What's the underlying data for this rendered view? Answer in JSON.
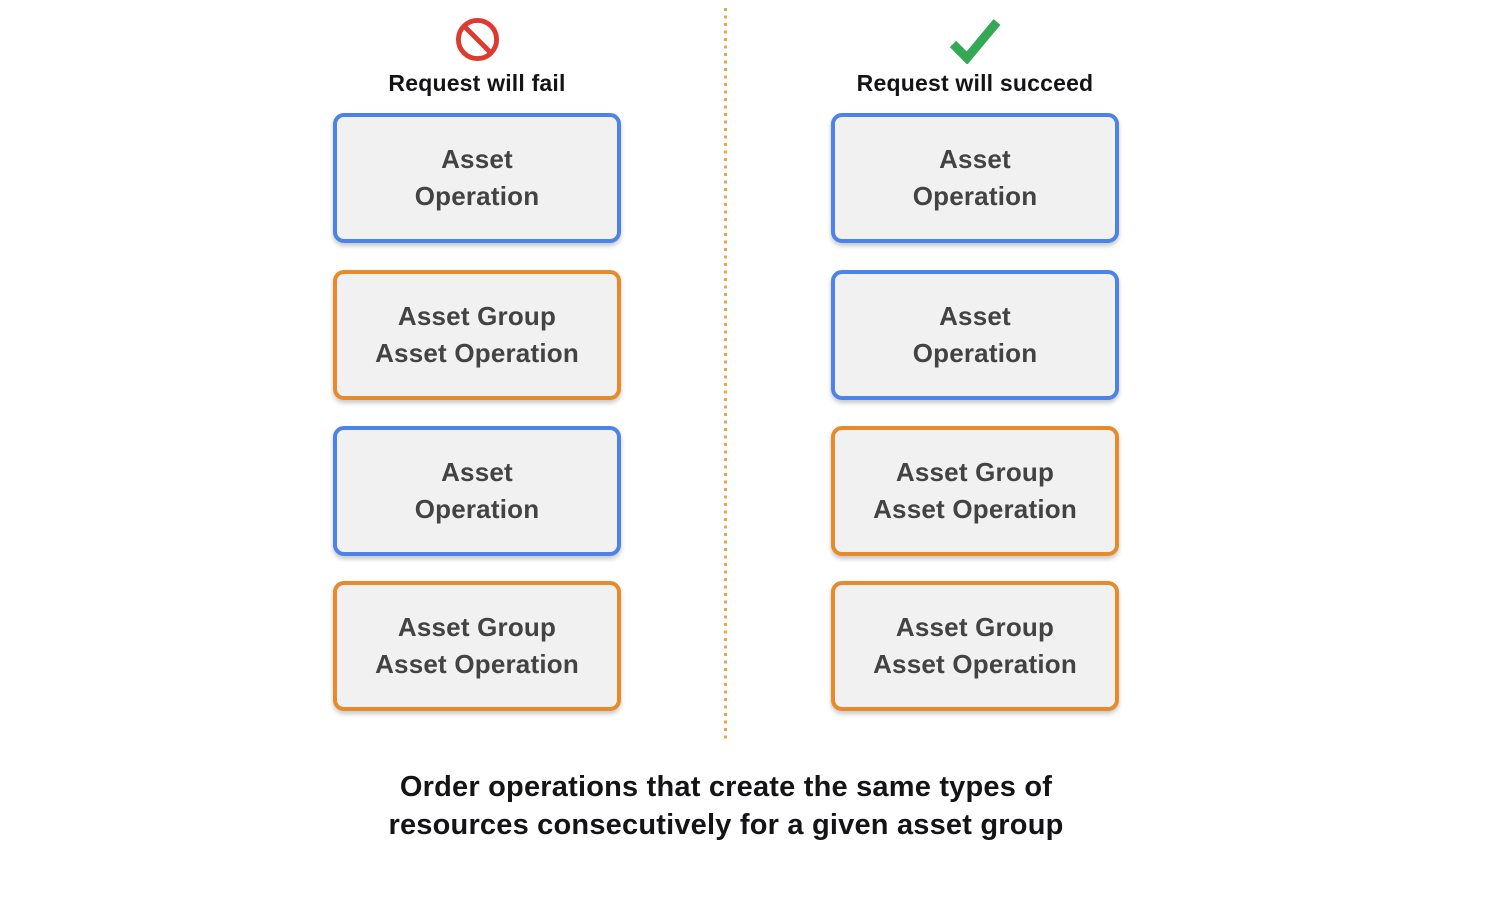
{
  "colors": {
    "blue_border": "#4d82e8",
    "orange_border": "#e78a2a",
    "box_fill": "#f1f1f2",
    "box_text": "#434343",
    "heading_text": "#141417",
    "caption_text": "#141417",
    "fail_icon": "#de3b30",
    "success_icon": "#34a853",
    "divider_dot": "#eca44e"
  },
  "fail_column": {
    "heading": "Request will fail",
    "icon": "prohibited-icon",
    "boxes": [
      {
        "type": "asset_operation",
        "lines": [
          "Asset",
          "Operation"
        ]
      },
      {
        "type": "asset_group_asset_operation",
        "lines": [
          "Asset Group",
          "Asset Operation"
        ]
      },
      {
        "type": "asset_operation",
        "lines": [
          "Asset",
          "Operation"
        ]
      },
      {
        "type": "asset_group_asset_operation",
        "lines": [
          "Asset Group",
          "Asset Operation"
        ]
      }
    ]
  },
  "succeed_column": {
    "heading": "Request will succeed",
    "icon": "check-icon",
    "boxes": [
      {
        "type": "asset_operation",
        "lines": [
          "Asset",
          "Operation"
        ]
      },
      {
        "type": "asset_operation",
        "lines": [
          "Asset",
          "Operation"
        ]
      },
      {
        "type": "asset_group_asset_operation",
        "lines": [
          "Asset Group",
          "Asset Operation"
        ]
      },
      {
        "type": "asset_group_asset_operation",
        "lines": [
          "Asset Group",
          "Asset Operation"
        ]
      }
    ]
  },
  "caption": {
    "lines": [
      "Order operations that create the same types of",
      "resources consecutively for a given asset group"
    ]
  }
}
